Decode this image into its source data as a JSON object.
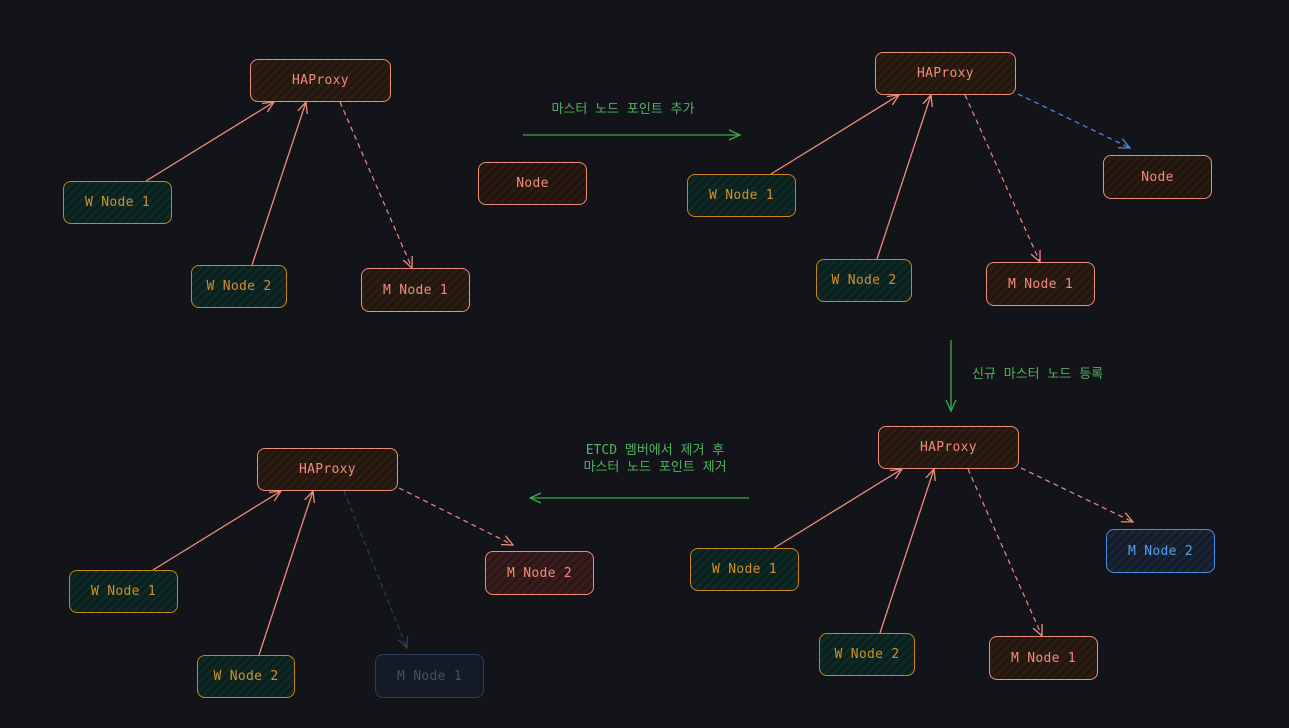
{
  "colors": {
    "arrow_solid": "#f08c7c",
    "arrow_step": "#3da84f",
    "arrow_blue": "#4c8fe0",
    "arrow_faded": "#2c3e58"
  },
  "panel1": {
    "haproxy": "HAProxy",
    "w1": "W Node 1",
    "w2": "W Node 2",
    "m1": "M Node 1"
  },
  "standalone_node": "Node",
  "step1": {
    "label": "마스터 노드 포인트 추가"
  },
  "panel2": {
    "haproxy": "HAProxy",
    "w1": "W Node 1",
    "w2": "W Node 2",
    "m1": "M Node 1",
    "node": "Node"
  },
  "step2": {
    "label": "신규 마스터 노드 등록"
  },
  "panel3": {
    "haproxy": "HAProxy",
    "w1": "W Node 1",
    "w2": "W Node 2",
    "m1": "M Node 1",
    "m2": "M Node 2"
  },
  "step3": {
    "line1": "ETCD 멤버에서 제거 후",
    "line2": "마스터 노드 포인트 제거"
  },
  "panel4": {
    "haproxy": "HAProxy",
    "w1": "W Node 1",
    "w2": "W Node 2",
    "m1": "M Node 1",
    "m2": "M Node 2"
  }
}
